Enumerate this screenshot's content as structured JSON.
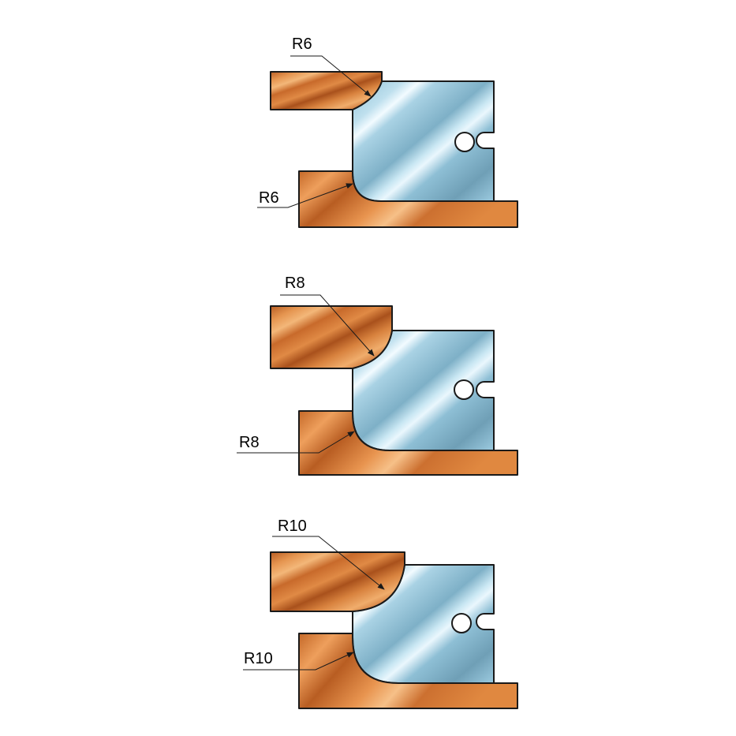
{
  "figures": [
    {
      "top_label": "R6",
      "bottom_label": "R6"
    },
    {
      "top_label": "R8",
      "bottom_label": "R8"
    },
    {
      "top_label": "R10",
      "bottom_label": "R10"
    }
  ],
  "colors": {
    "wood": "#d67a35",
    "wood_dark": "#a9511c",
    "wood_light": "#f3b779",
    "cutter": "#9ccbe0",
    "cutter_dark": "#5f8fa6",
    "cutter_light": "#e6f4fb",
    "outline": "#1a1a1a",
    "background": "#ffffff"
  }
}
